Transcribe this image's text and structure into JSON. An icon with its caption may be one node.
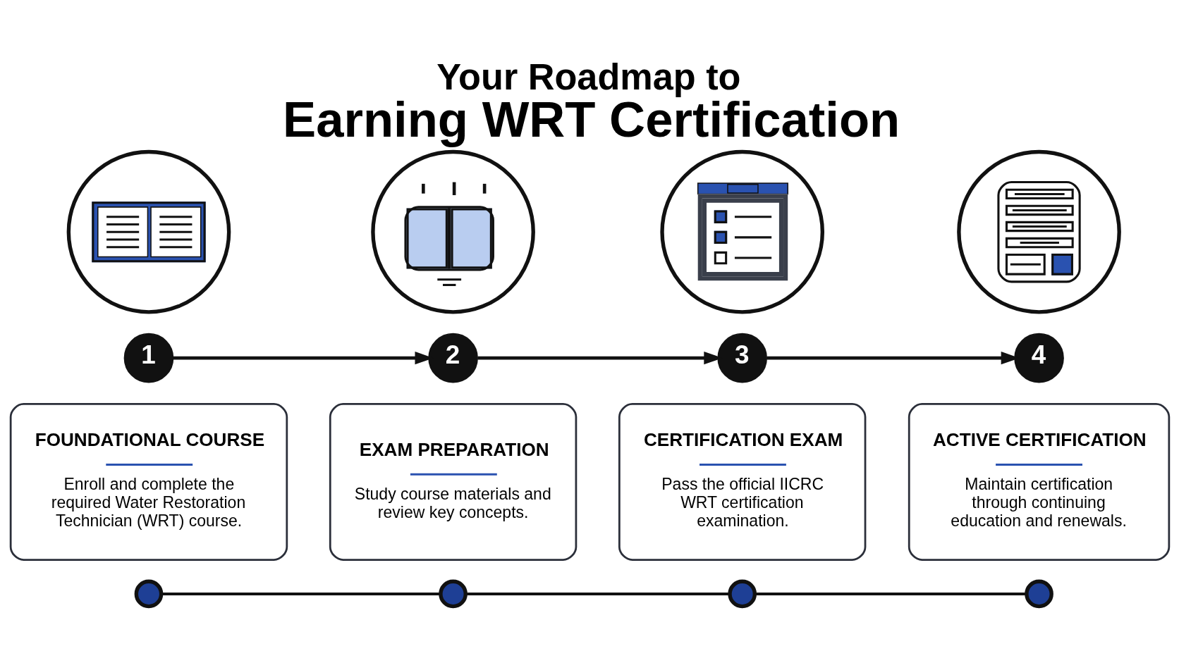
{
  "diagram": {
    "title": "Your Roadmap to Earning WRT Certification",
    "nodes": [
      {
        "text": [],
        "shape": "picture"
      },
      {
        "text": [
          "1"
        ]
      },
      {
        "text": [
          "FOUNDATIONAL COURSE",
          "Enroll and complete the required Water Restoration Technician (WRT) course."
        ]
      },
      {
        "text": [],
        "shape": "picture"
      },
      {
        "text": [
          "2"
        ]
      },
      {
        "text": [
          "EXAM PREPARATION",
          "Study course materials and review key concepts."
        ]
      },
      {
        "text": [],
        "shape": "picture"
      },
      {
        "text": [
          "3"
        ]
      },
      {
        "text": [
          "CERTIFICATION EXAM",
          "Pass the official IICRC WRT certification examination."
        ]
      },
      {
        "text": [],
        "shape": "picture"
      },
      {
        "text": [
          "4"
        ]
      },
      {
        "text": [
          "ACTIVE CERTIFICATION",
          "Maintain certification through continuing education and renewals."
        ]
      },
      {
        "text": [],
        "shape": "circle"
      },
      {
        "text": [],
        "shape": "circle"
      },
      {
        "text": [],
        "shape": "circle"
      },
      {
        "text": [],
        "shape": "circle"
      }
    ],
    "edges": [
      {
        "from": 1,
        "to": 4,
        "arrow": "to"
      },
      {
        "from": 4,
        "to": 7,
        "arrow": "to"
      },
      {
        "from": 7,
        "to": 10,
        "arrow": "to"
      },
      {
        "from": 12,
        "to": 13,
        "arrow": "none"
      },
      {
        "from": 13,
        "to": 14,
        "arrow": "none"
      },
      {
        "from": 14,
        "to": 15,
        "arrow": "none"
      }
    ]
  }
}
